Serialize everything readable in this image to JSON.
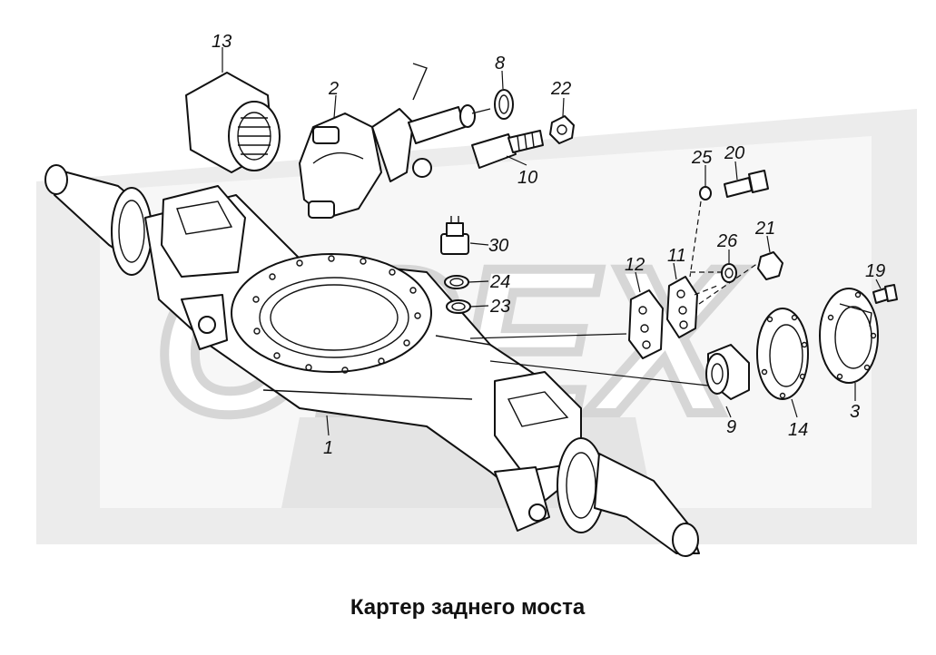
{
  "title": "Картер заднего моста",
  "watermark": {
    "text": "OPEX",
    "color": "#dcdcdc"
  },
  "colors": {
    "line": "#111111",
    "background": "#ffffff"
  },
  "callouts": {
    "c1": "1",
    "c2": "2",
    "c3": "3",
    "c8": "8",
    "c9": "9",
    "c10": "10",
    "c11": "11",
    "c12": "12",
    "c13": "13",
    "c14": "14",
    "c19": "19",
    "c20": "20",
    "c21": "21",
    "c22": "22",
    "c23": "23",
    "c24": "24",
    "c25": "25",
    "c26": "26",
    "c30": "30"
  }
}
